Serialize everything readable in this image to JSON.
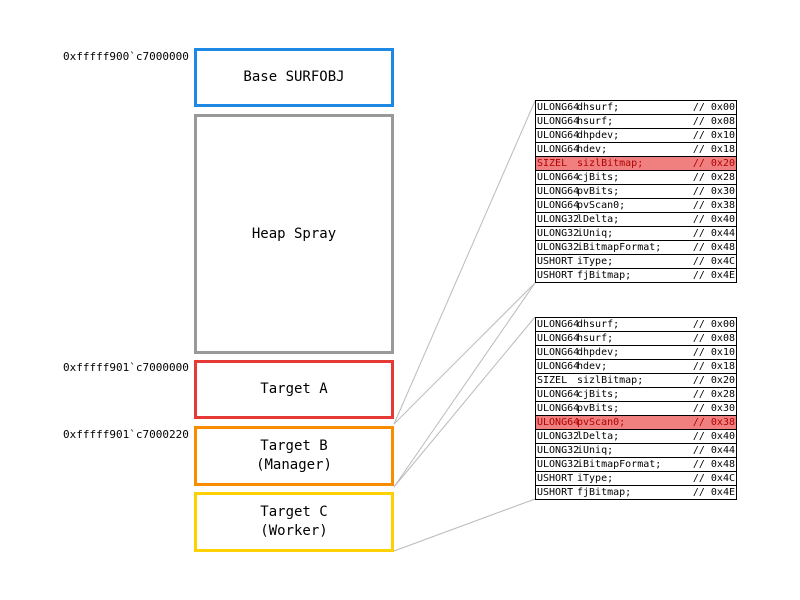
{
  "addresses": {
    "base": "0xfffff900`c7000000",
    "target_a": "0xfffff901`c7000000",
    "target_b": "0xfffff901`c7000220"
  },
  "blocks": {
    "base": {
      "label": "Base SURFOBJ",
      "color": "#1e88e5"
    },
    "heap": {
      "label": "Heap Spray",
      "color": "#999999"
    },
    "target_a": {
      "label": "Target A",
      "color": "#e53935"
    },
    "target_b": {
      "label": "Target B\n(Manager)",
      "color": "#fb8c00"
    },
    "target_c": {
      "label": "Target C\n(Worker)",
      "color": "#fdd000"
    }
  },
  "struct_top": {
    "rows": [
      {
        "type": "ULONG64",
        "field": "dhsurf;",
        "offset": "// 0x00",
        "highlight": false
      },
      {
        "type": "ULONG64",
        "field": "hsurf;",
        "offset": "// 0x08",
        "highlight": false
      },
      {
        "type": "ULONG64",
        "field": "dhpdev;",
        "offset": "// 0x10",
        "highlight": false
      },
      {
        "type": "ULONG64",
        "field": "hdev;",
        "offset": "// 0x18",
        "highlight": false
      },
      {
        "type": "SIZEL",
        "field": "sizlBitmap;",
        "offset": "// 0x20",
        "highlight": true
      },
      {
        "type": "ULONG64",
        "field": "cjBits;",
        "offset": "// 0x28",
        "highlight": false
      },
      {
        "type": "ULONG64",
        "field": "pvBits;",
        "offset": "// 0x30",
        "highlight": false
      },
      {
        "type": "ULONG64",
        "field": "pvScan0;",
        "offset": "// 0x38",
        "highlight": false
      },
      {
        "type": "ULONG32",
        "field": "lDelta;",
        "offset": "// 0x40",
        "highlight": false
      },
      {
        "type": "ULONG32",
        "field": "iUniq;",
        "offset": "// 0x44",
        "highlight": false
      },
      {
        "type": "ULONG32",
        "field": "iBitmapFormat;",
        "offset": "// 0x48",
        "highlight": false
      },
      {
        "type": "USHORT",
        "field": "iType;",
        "offset": "// 0x4C",
        "highlight": false
      },
      {
        "type": "USHORT",
        "field": "fjBitmap;",
        "offset": "// 0x4E",
        "highlight": false
      }
    ]
  },
  "struct_bottom": {
    "rows": [
      {
        "type": "ULONG64",
        "field": "dhsurf;",
        "offset": "// 0x00",
        "highlight": false
      },
      {
        "type": "ULONG64",
        "field": "hsurf;",
        "offset": "// 0x08",
        "highlight": false
      },
      {
        "type": "ULONG64",
        "field": "dhpdev;",
        "offset": "// 0x10",
        "highlight": false
      },
      {
        "type": "ULONG64",
        "field": "hdev;",
        "offset": "// 0x18",
        "highlight": false
      },
      {
        "type": "SIZEL",
        "field": "sizlBitmap;",
        "offset": "// 0x20",
        "highlight": false
      },
      {
        "type": "ULONG64",
        "field": "cjBits;",
        "offset": "// 0x28",
        "highlight": false
      },
      {
        "type": "ULONG64",
        "field": "pvBits;",
        "offset": "// 0x30",
        "highlight": false
      },
      {
        "type": "ULONG64",
        "field": "pvScan0;",
        "offset": "// 0x38",
        "highlight": true
      },
      {
        "type": "ULONG32",
        "field": "lDelta;",
        "offset": "// 0x40",
        "highlight": false
      },
      {
        "type": "ULONG32",
        "field": "iUniq;",
        "offset": "// 0x44",
        "highlight": false
      },
      {
        "type": "ULONG32",
        "field": "iBitmapFormat;",
        "offset": "// 0x48",
        "highlight": false
      },
      {
        "type": "USHORT",
        "field": "iType;",
        "offset": "// 0x4C",
        "highlight": false
      },
      {
        "type": "USHORT",
        "field": "fjBitmap;",
        "offset": "// 0x4E",
        "highlight": false
      }
    ]
  }
}
